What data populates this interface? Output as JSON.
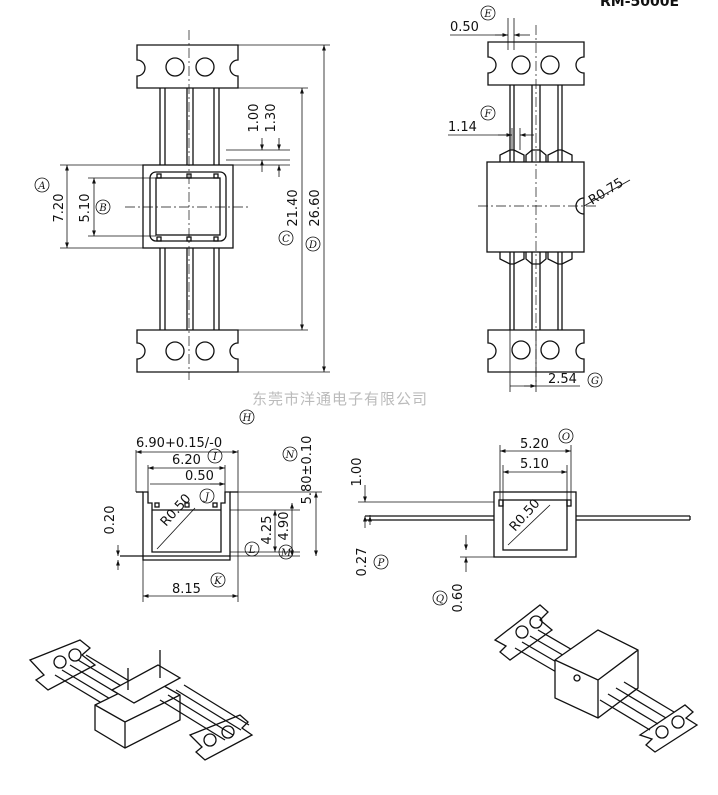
{
  "header": {
    "part_number_fragment": "RM-5000E"
  },
  "watermark": "东莞市洋通电子有限公司",
  "front_view": {
    "dim_height_7_20": "7.20",
    "dim_height_5_10": "5.10",
    "dim_1_00": "1.00",
    "dim_1_30": "1.30",
    "dim_21_40": "21.40",
    "dim_26_60": "26.60",
    "callout_a": "A",
    "callout_b": "B",
    "callout_c": "C",
    "callout_d": "D"
  },
  "side_view": {
    "dim_0_50": "0.50",
    "dim_1_14": "1.14",
    "dim_r0_75": "R0.75",
    "dim_2_54": "2.54",
    "callout_e": "E",
    "callout_f": "F",
    "callout_g": "G"
  },
  "section_view_left": {
    "dim_6_90": "6.90+0.15/-0",
    "dim_6_20": "6.20",
    "dim_0_50": "0.50",
    "dim_r0_50": "R0.50",
    "dim_0_20": "0.20",
    "dim_4_25": "4.25",
    "dim_4_90": "4.90",
    "dim_5_80": "5.80±0.10",
    "dim_8_15": "8.15",
    "callout_h": "H",
    "callout_i": "I",
    "callout_j": "J",
    "callout_k": "K",
    "callout_l": "L",
    "callout_m": "M",
    "callout_n": "N"
  },
  "section_view_right": {
    "dim_5_20": "5.20",
    "dim_5_10": "5.10",
    "dim_1_00": "1.00",
    "dim_r0_50": "R0.50",
    "dim_0_27": "0.27",
    "dim_0_60": "0.60",
    "callout_o": "O",
    "callout_p": "P",
    "callout_q": "Q"
  }
}
